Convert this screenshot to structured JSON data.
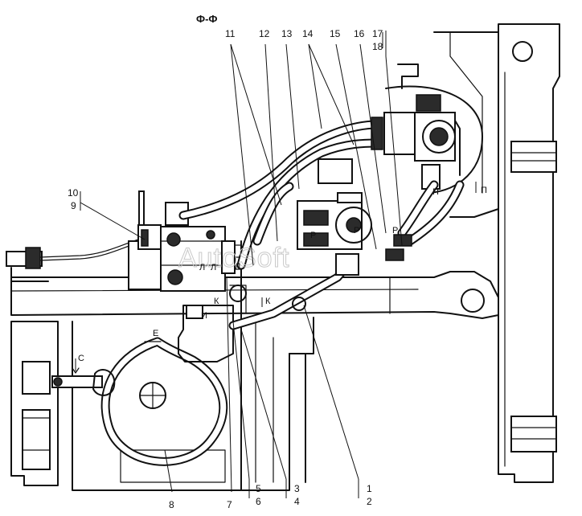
{
  "diagram": {
    "section_title": "Ф-Ф",
    "callouts": [
      "1",
      "2",
      "3",
      "4",
      "5",
      "6",
      "7",
      "8",
      "9",
      "10",
      "11",
      "12",
      "13",
      "14",
      "15",
      "16",
      "17",
      "18"
    ],
    "view_letters": {
      "C": "С",
      "E": "Е",
      "I": "И",
      "L1": "Л",
      "L2": "Л",
      "L3": "Л",
      "K1": "К",
      "K2": "К",
      "P1": "Р",
      "P2": "Р",
      "P3": "Р",
      "Pi1": "П",
      "Pi2": "П"
    },
    "watermark": "AutoSoft"
  }
}
